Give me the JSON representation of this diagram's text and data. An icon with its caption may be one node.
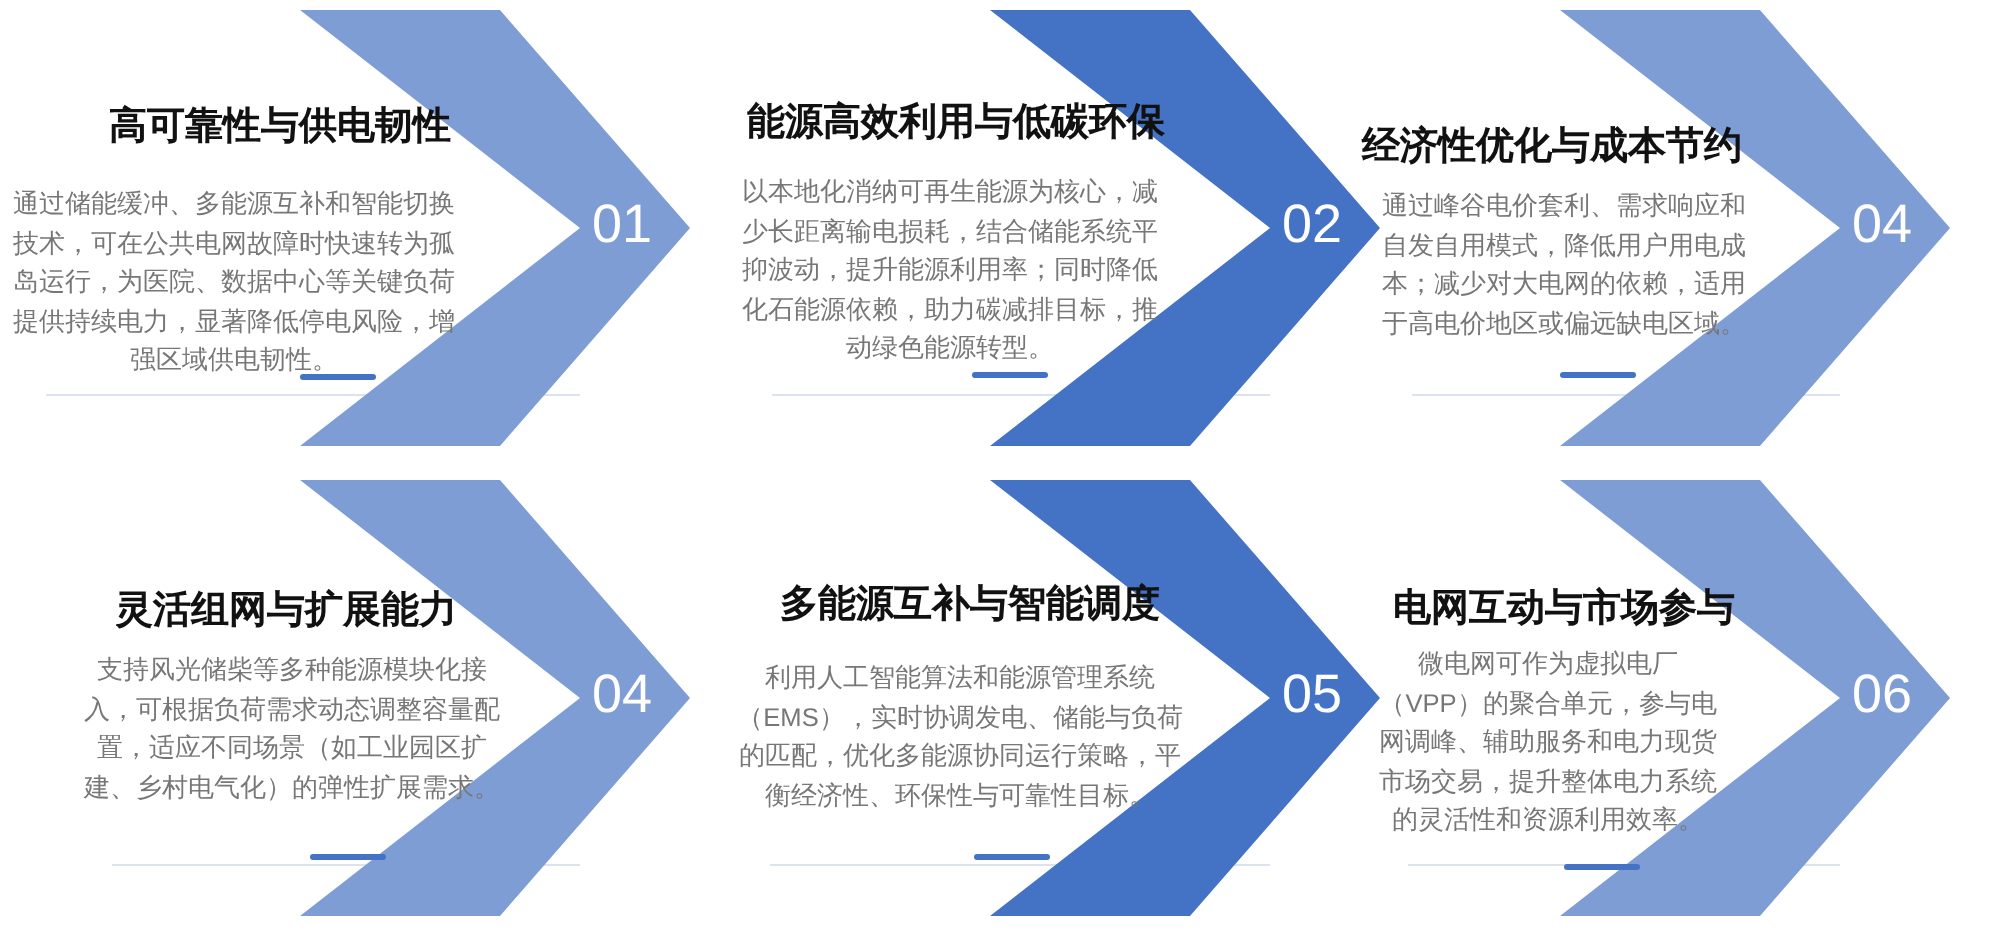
{
  "diagram": {
    "nodes": [
      {
        "text": [
          "01"
        ],
        "beside": [
          "高可靠性与供电韧性",
          "通过储能缓冲、多能源互补和智能切换技术，可在公共电网故障时快速转为孤岛运行，为医院、数据中心等关键负荷提供持续电力，显著降低停电风险，增强区域供电韧性。"
        ]
      },
      {
        "text": [
          "02"
        ],
        "beside": [
          "能源高效利用与低碳环保",
          "以本地化消纳可再生能源为核心，减少长距离输电损耗，结合储能系统平抑波动，提升能源利用率；同时降低化石能源依赖，助力碳减排目标，推动绿色能源转型。"
        ]
      },
      {
        "text": [
          "04"
        ],
        "beside": [
          "经济性优化与成本节约",
          "通过峰谷电价套利、需求响应和自发自用模式，降低用户用电成本；减少对大电网的依赖，适用于高电价地区或偏远缺电区域。"
        ]
      },
      {
        "text": [
          "04"
        ],
        "beside": [
          "灵活组网与扩展能力",
          "支持风光储柴等多种能源模块化接入，可根据负荷需求动态调整容量配置，适应不同场景（如工业园区扩建、乡村电气化）的弹性扩展需求。"
        ]
      },
      {
        "text": [
          "05"
        ],
        "beside": [
          "多能源互补与智能调度",
          "利用人工智能算法和能源管理系统（EMS），实时协调发电、储能与负荷的匹配，优化多能源协同运行策略，平衡经济性、环保性与可靠性目标。"
        ]
      },
      {
        "text": [
          "06"
        ],
        "beside": [
          "电网互动与市场参与",
          "微电网可作为虚拟电厂（VPP）的聚合单元，参与电网调峰、辅助服务和电力现货市场交易，提升整体电力系统的灵活性和资源利用效率。"
        ]
      }
    ]
  }
}
